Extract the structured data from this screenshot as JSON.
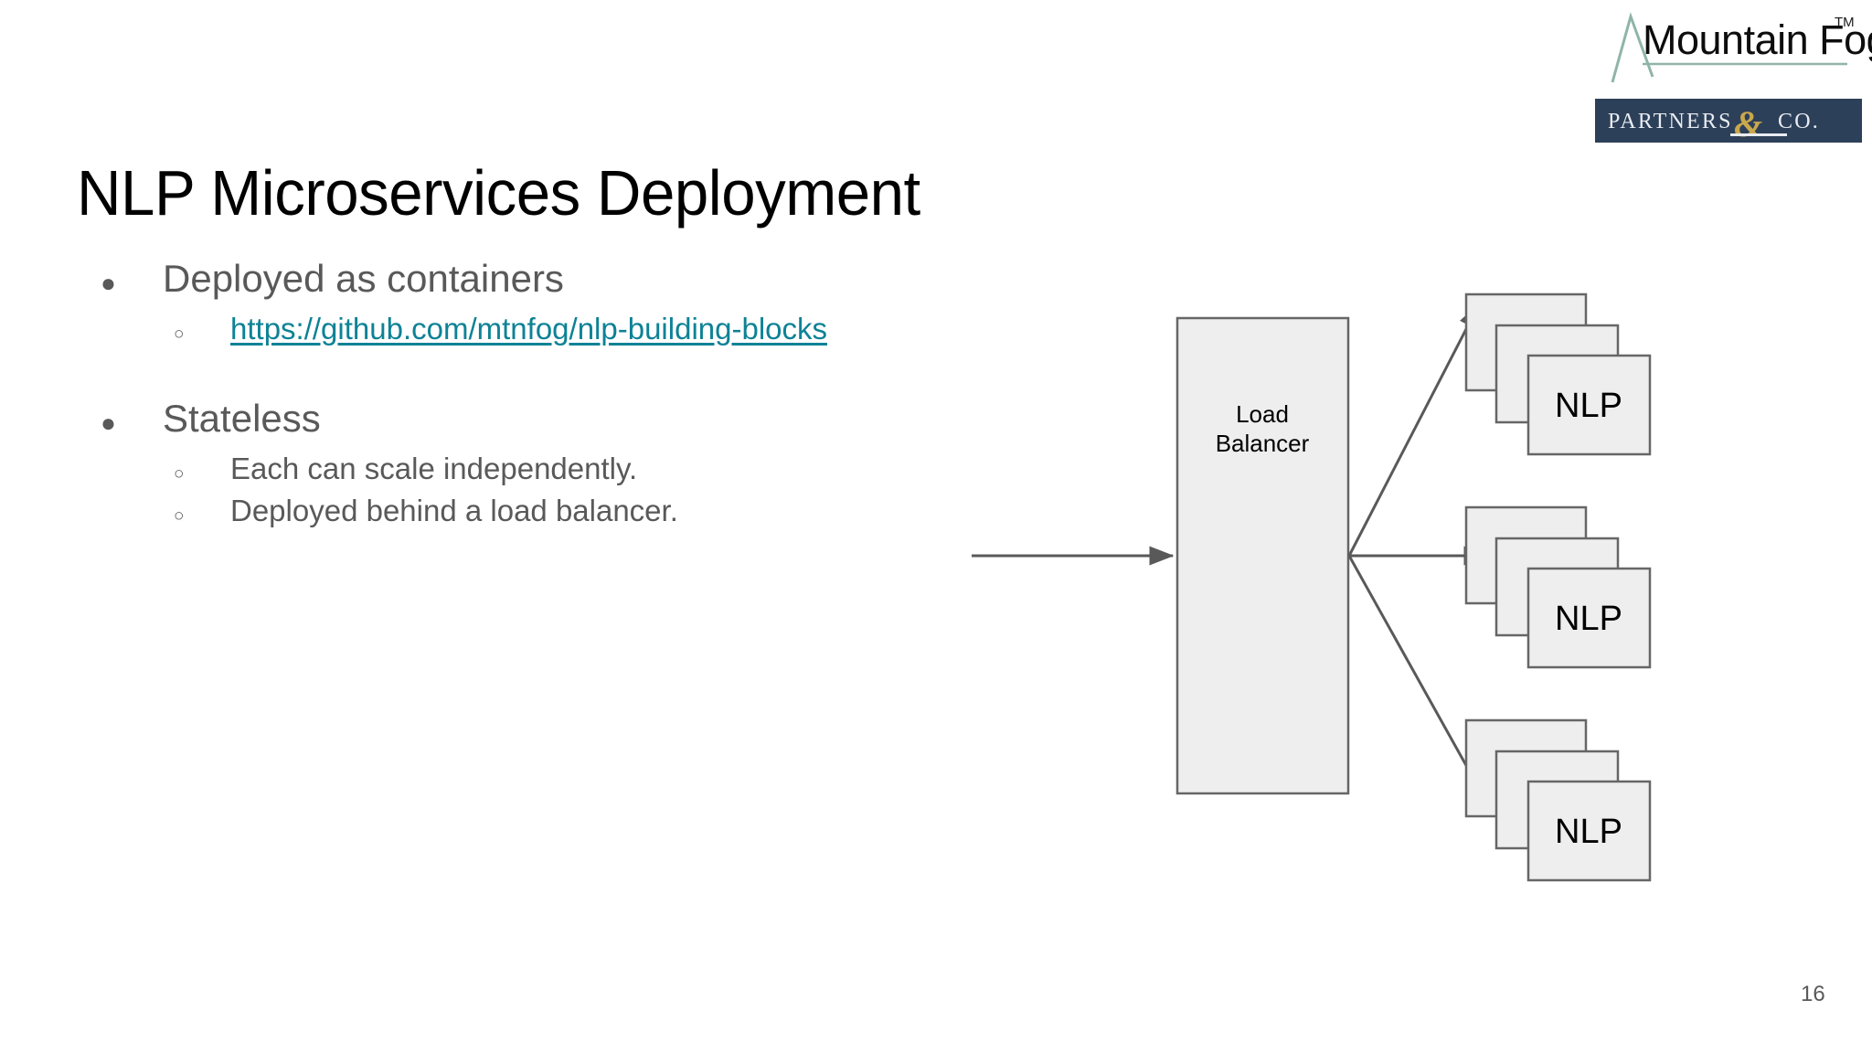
{
  "slide": {
    "title": "NLP Microservices Deployment",
    "page_number": "16",
    "background_color": "#ffffff"
  },
  "branding": {
    "mountain_fog": {
      "name": "Mountain Fog",
      "trademark": "TM",
      "icon": "mountain-peak-icon",
      "text_color": "#0d0d0d",
      "peak_color": "#8fb5a8"
    },
    "partners_banner": {
      "left_text": "PARTNERS",
      "ampersand": "&",
      "right_text": "CO.",
      "background_color": "#2d4059",
      "text_color": "#e8ecf2",
      "ampersand_color": "#c9a84c"
    }
  },
  "content": {
    "text_color": "#595959",
    "link_color": "#0e8295",
    "bullets": [
      {
        "level": 1,
        "marker": "●",
        "text": "Deployed as containers",
        "is_link": false
      },
      {
        "level": 2,
        "marker": "○",
        "text": "https://github.com/mtnfog/nlp-building-blocks",
        "is_link": true
      },
      {
        "level": 1,
        "marker": "●",
        "text": "Stateless",
        "is_link": false
      },
      {
        "level": 2,
        "marker": "○",
        "text": "Each can scale independently.",
        "is_link": false
      },
      {
        "level": 2,
        "marker": "○",
        "text": "Deployed behind a load balancer.",
        "is_link": false
      }
    ]
  },
  "diagram": {
    "type": "architecture-flow",
    "shape_fill": "#eeeeee",
    "shape_stroke": "#666666",
    "arrow_color": "#595959",
    "load_balancer": {
      "label_line1": "Load",
      "label_line2": "Balancer"
    },
    "incoming_arrow": {
      "label": ""
    },
    "nodes": [
      {
        "label": "NLP",
        "stack_count": 3
      },
      {
        "label": "NLP",
        "stack_count": 3
      },
      {
        "label": "NLP",
        "stack_count": 3
      }
    ]
  }
}
